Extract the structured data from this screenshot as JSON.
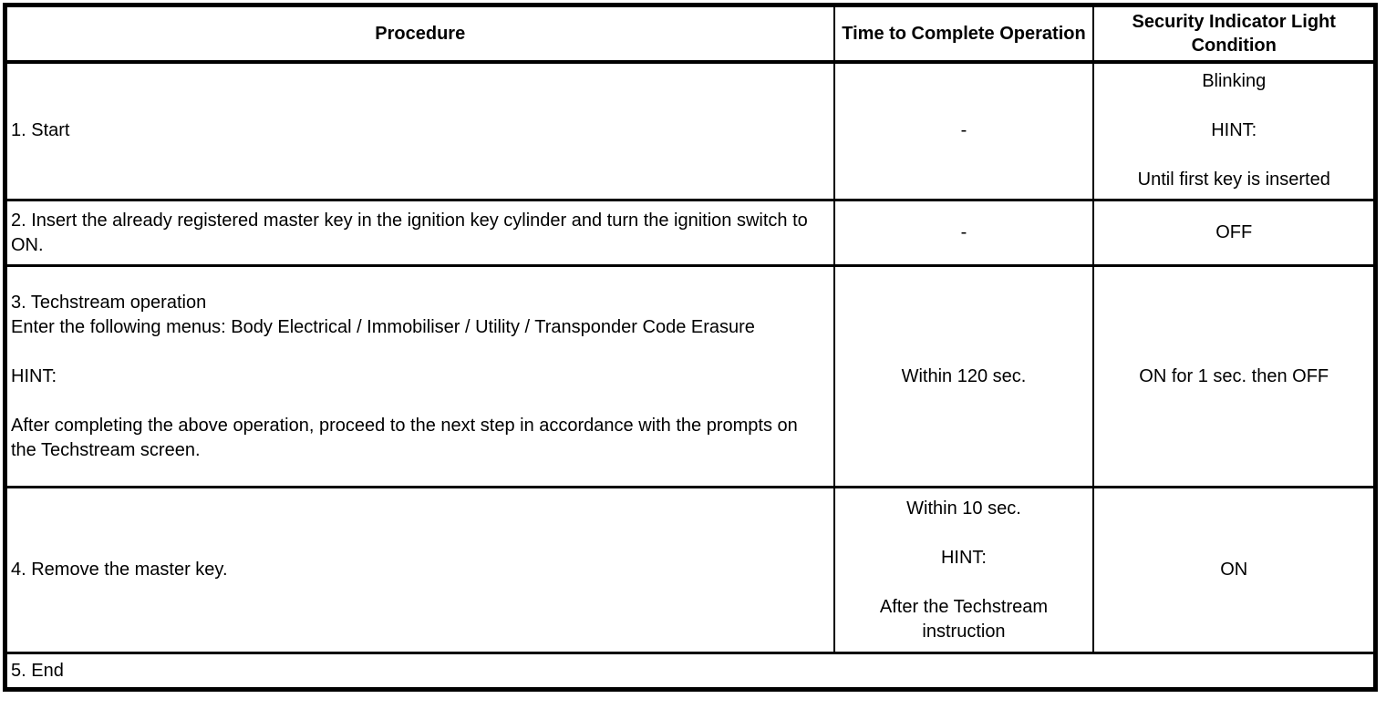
{
  "table": {
    "headers": [
      "Procedure",
      "Time to Complete Operation",
      "Security Indicator Light Condition"
    ],
    "rows": [
      {
        "procedure": "1. Start",
        "time": "-",
        "light": "Blinking\n\nHINT:\n\nUntil first key is inserted"
      },
      {
        "procedure": "2. Insert the already registered master key in the ignition key cylinder and turn the ignition switch to ON.",
        "time": "-",
        "light": "OFF"
      },
      {
        "procedure": "3. Techstream operation\nEnter the following menus: Body Electrical / Immobiliser / Utility / Transponder Code Erasure\n\nHINT:\n\nAfter completing the above operation, proceed to the next step in accordance with the prompts on the Techstream screen.",
        "time": "Within 120 sec.",
        "light": "ON for 1 sec. then OFF"
      },
      {
        "procedure": "4. Remove the master key.",
        "time": "Within 10 sec.\n\nHINT:\n\nAfter the Techstream instruction",
        "light": "ON"
      },
      {
        "procedure": "5. End"
      }
    ]
  }
}
